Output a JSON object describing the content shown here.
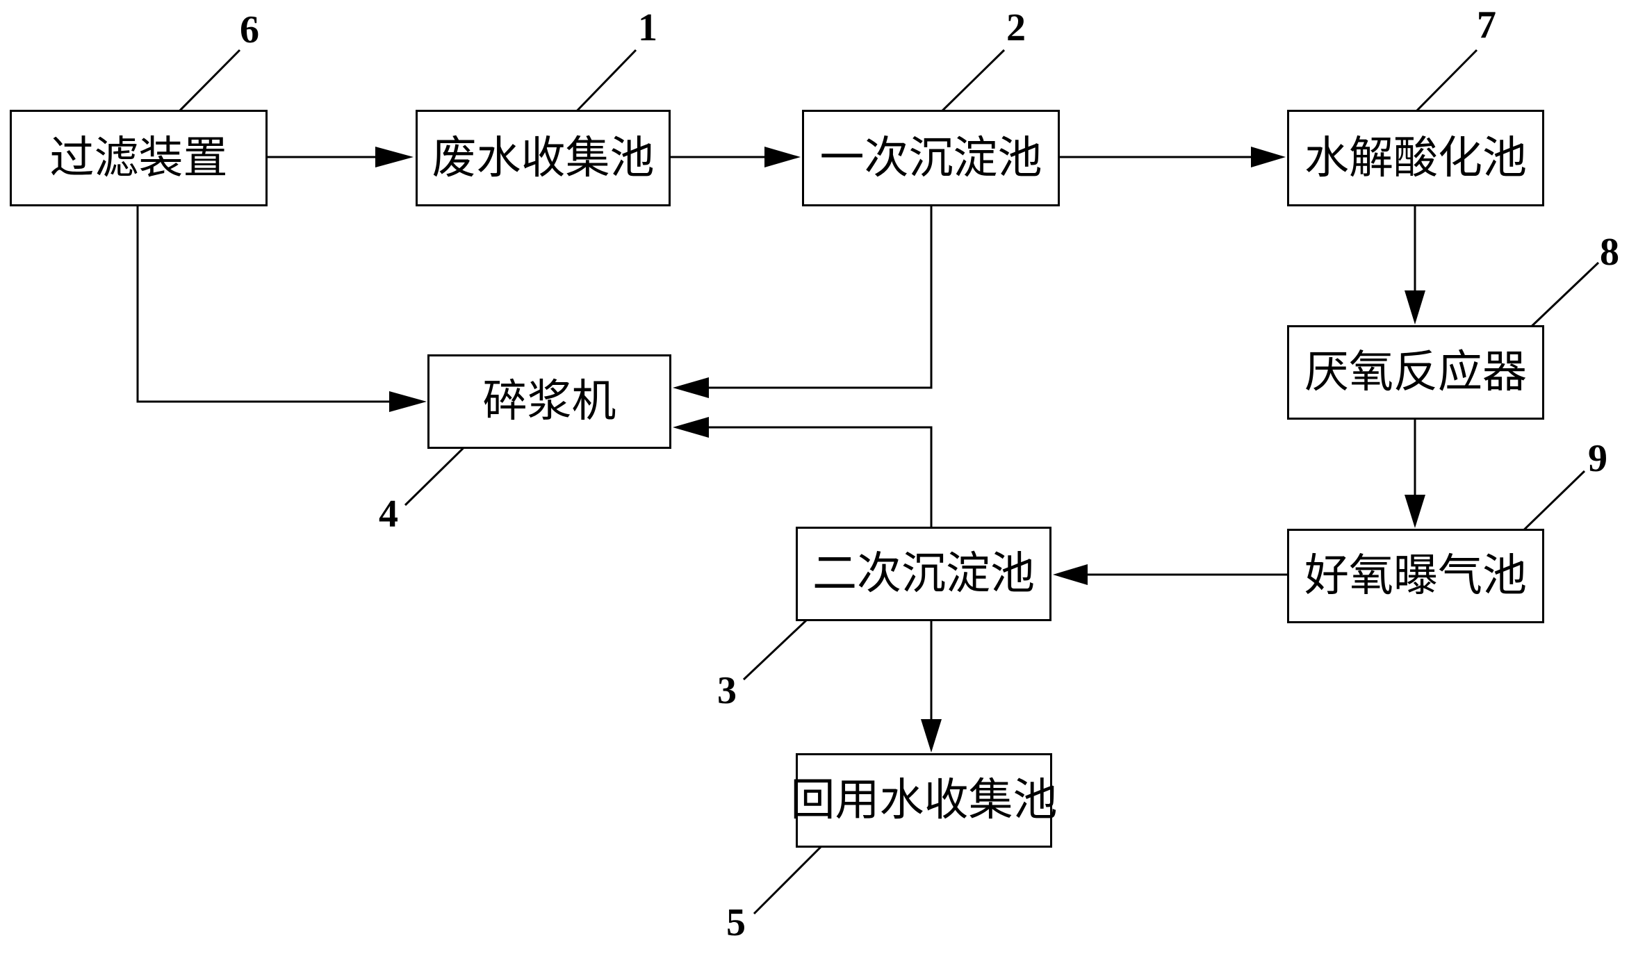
{
  "diagram": {
    "boxes": {
      "filter": "过滤装置",
      "collect": "废水收集池",
      "primary": "一次沉淀池",
      "hydrolysis": "水解酸化池",
      "anaerobic": "厌氧反应器",
      "pulper": "碎浆机",
      "secondary": "二次沉淀池",
      "aerobic": "好氧曝气池",
      "reuse": "回用水收集池"
    },
    "numbers": {
      "collect": "1",
      "primary": "2",
      "secondary": "3",
      "pulper": "4",
      "reuse": "5",
      "filter": "6",
      "hydrolysis": "7",
      "anaerobic": "8",
      "aerobic": "9"
    }
  }
}
